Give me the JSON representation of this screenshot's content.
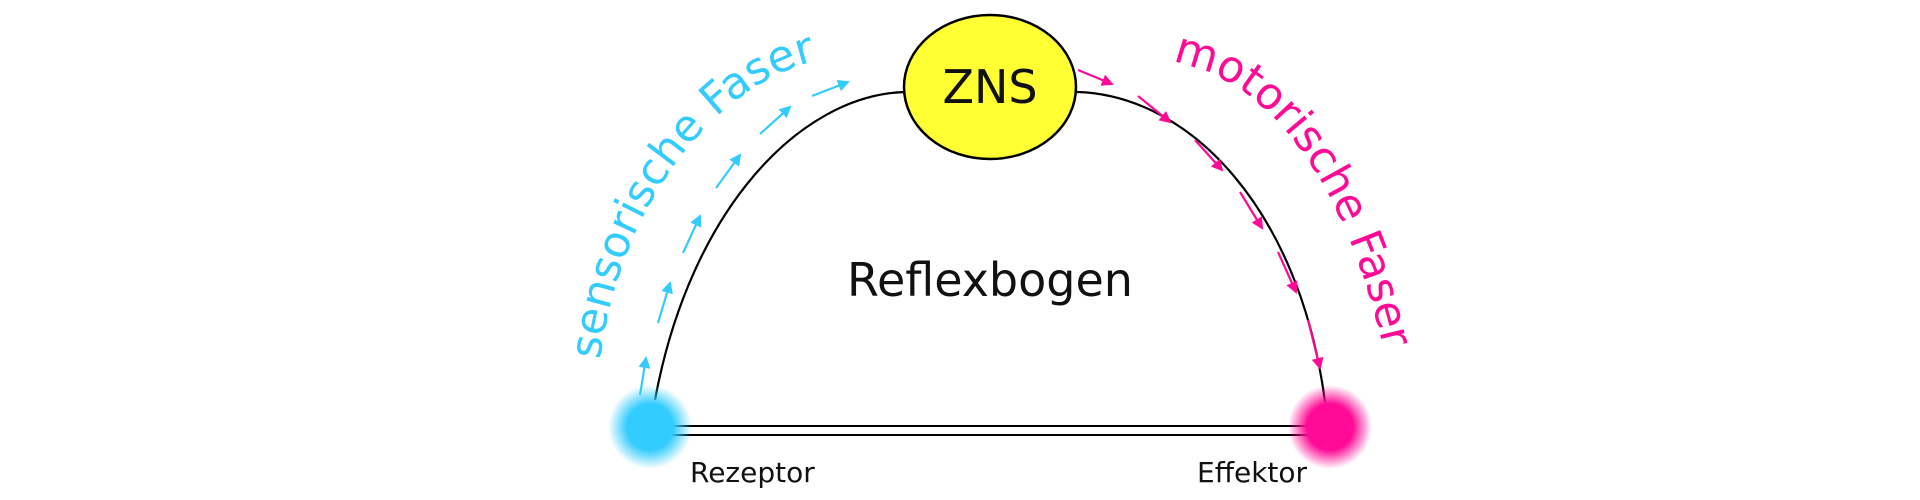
{
  "diagram": {
    "title": "Reflexbogen",
    "center_node": "ZNS",
    "sensory_label": "sensorische Faser",
    "motor_label": "motorische Faser",
    "receptor_label": "Rezeptor",
    "effector_label": "Effektor"
  },
  "colors": {
    "sensory": "#33ccff",
    "motor": "#ff0a96",
    "center_node_fill": "#ffff33",
    "line": "#000000"
  },
  "icons": {
    "receptor": "glowing-dot-icon",
    "effector": "glowing-dot-icon"
  }
}
